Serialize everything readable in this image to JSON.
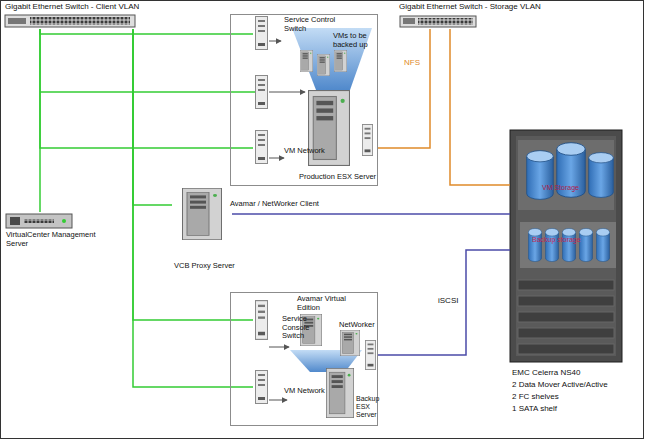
{
  "diagram": {
    "nodes": [
      {
        "text": [
          "Gigabit Ethernet Switch - Client VLAN"
        ]
      },
      {
        "text": [
          "Gigabit Ethernet Switch - Storage VLAN"
        ]
      },
      {
        "text": [
          "Production ESX Server"
        ]
      },
      {
        "text": [
          "Service Control Switch"
        ],
        "in": 2
      },
      {
        "text": [
          "VMs to be backed up"
        ],
        "in": 2
      },
      {
        "text": [
          "VM Network"
        ],
        "in": 2
      },
      {
        "text": [
          "EMC Celerra NS40",
          "2 Data Mover Active/Active",
          "2 FC shelves",
          "1 SATA shelf"
        ]
      },
      {
        "text": [
          "VM Storage"
        ],
        "in": 6
      },
      {
        "text": [
          "Backup storage"
        ],
        "in": 6
      },
      {
        "text": [
          "VirtualCenter Management Server"
        ]
      },
      {
        "text": [
          "Avamar / NetWorker Client",
          "VCB Proxy Server"
        ]
      },
      {
        "text": [
          "Backup ESX Server"
        ]
      },
      {
        "text": [
          "Avamar Virtual Edition"
        ],
        "in": 11
      },
      {
        "text": [
          "NetWorker"
        ],
        "in": 11
      },
      {
        "text": [
          "Service Console Switch"
        ],
        "in": 11
      },
      {
        "text": [
          "VM Network"
        ],
        "in": 11
      }
    ],
    "edges": [
      {
        "from": 0,
        "to": 3,
        "arrow": "none"
      },
      {
        "from": 0,
        "to": 5,
        "arrow": "none"
      },
      {
        "from": 0,
        "to": 9,
        "arrow": "none"
      },
      {
        "from": 0,
        "to": 10,
        "arrow": "none"
      },
      {
        "from": 0,
        "to": 14,
        "arrow": "none"
      },
      {
        "from": 0,
        "to": 15,
        "arrow": "none"
      },
      {
        "from": 2,
        "to": 1,
        "label": "NFS",
        "arrow": "none"
      },
      {
        "from": 1,
        "to": 6,
        "arrow": "none"
      },
      {
        "from": 10,
        "to": 6,
        "arrow": "none"
      },
      {
        "from": 11,
        "to": 6,
        "label": "iSCSI",
        "arrow": "none"
      }
    ]
  }
}
